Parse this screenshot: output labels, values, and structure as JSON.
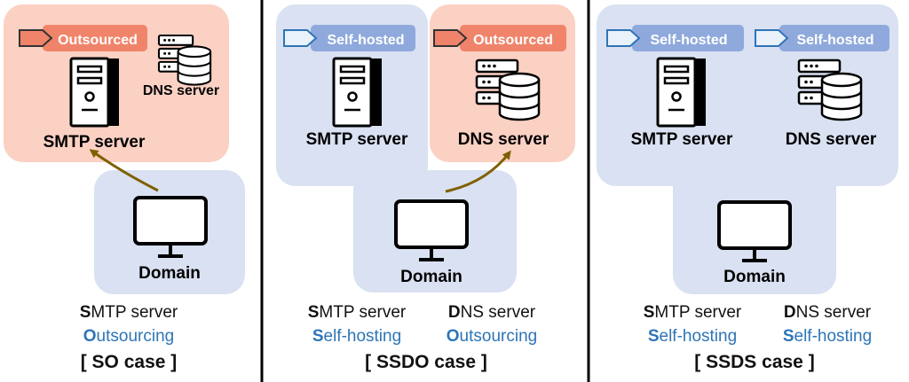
{
  "colors": {
    "outsourced_bg": "#fbd1c4",
    "outsourced_tag": "#f0846a",
    "selfhosted_bg": "#d9e1f2",
    "selfhosted_tag": "#8fa9dc",
    "arrow": "#7f6000",
    "accent_blue": "#2e75b6",
    "divider": "#000000"
  },
  "panels": [
    {
      "tags": [
        "Outsourced"
      ],
      "smtp_label": "SMTP server",
      "dns_label": "DNS server",
      "domain_label": "Domain",
      "captions": [
        {
          "initial": "S",
          "rest": "MTP server",
          "status_initial": "O",
          "status_rest": "utsourcing"
        }
      ],
      "case_label": "[ SO case ]"
    },
    {
      "tags": [
        "Self-hosted",
        "Outsourced"
      ],
      "smtp_label": "SMTP server",
      "dns_label": "DNS server",
      "domain_label": "Domain",
      "captions": [
        {
          "initial": "S",
          "rest": "MTP server",
          "status_initial": "S",
          "status_rest": "elf-hosting"
        },
        {
          "initial": "D",
          "rest": "NS server",
          "status_initial": "O",
          "status_rest": "utsourcing"
        }
      ],
      "case_label": "[ SSDO case ]"
    },
    {
      "tags": [
        "Self-hosted",
        "Self-hosted"
      ],
      "smtp_label": "SMTP server",
      "dns_label": "DNS server",
      "domain_label": "Domain",
      "captions": [
        {
          "initial": "S",
          "rest": "MTP server",
          "status_initial": "S",
          "status_rest": "elf-hosting"
        },
        {
          "initial": "D",
          "rest": "NS server",
          "status_initial": "S",
          "status_rest": "elf-hosting"
        }
      ],
      "case_label": "[ SSDS case ]"
    }
  ]
}
